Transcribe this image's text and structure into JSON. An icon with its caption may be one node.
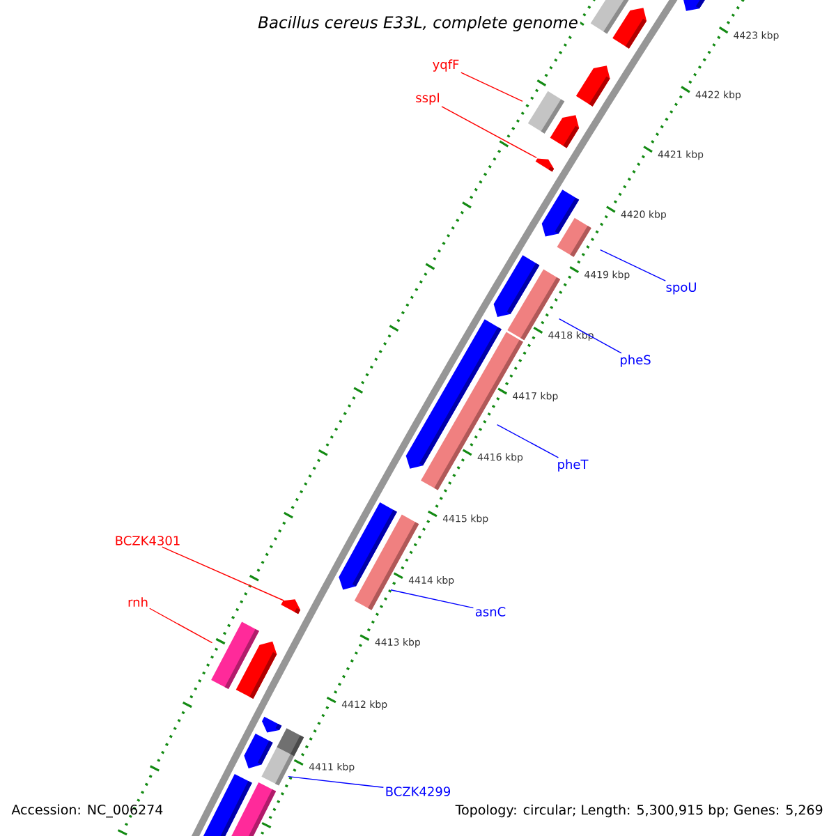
{
  "diagram": {
    "title": "Bacillus cereus E33L, complete genome",
    "nodes": [
      {
        "text": [
          "yqfF"
        ]
      },
      {
        "text": [
          "sspI"
        ]
      },
      {
        "text": [
          "spoU"
        ]
      },
      {
        "text": [
          "pheS"
        ]
      },
      {
        "text": [
          "pheT"
        ]
      },
      {
        "text": [
          "asnC"
        ]
      },
      {
        "text": [
          "BCZK4301"
        ]
      },
      {
        "text": [
          "rnh"
        ]
      },
      {
        "text": [
          "BCZK4299"
        ]
      },
      {
        "text": [],
        "shape": "bar"
      },
      {
        "text": [],
        "shape": "bar"
      },
      {
        "text": [],
        "shape": "bar"
      },
      {
        "text": [],
        "shape": "bar"
      },
      {
        "text": [],
        "shape": "bar"
      },
      {
        "text": [],
        "shape": "bar"
      },
      {
        "text": [],
        "shape": "bar"
      },
      {
        "text": [],
        "shape": "bar"
      },
      {
        "text": [],
        "shape": "bar"
      }
    ],
    "edges": [
      {
        "from": 0,
        "to": 9,
        "arrow": "none",
        "color": "#ff0000"
      },
      {
        "from": 1,
        "to": 10,
        "arrow": "none",
        "color": "#ff0000"
      },
      {
        "from": 2,
        "to": 11,
        "arrow": "none"
      },
      {
        "from": 3,
        "to": 12,
        "arrow": "none"
      },
      {
        "from": 4,
        "to": 13,
        "arrow": "none"
      },
      {
        "from": 5,
        "to": 14,
        "arrow": "none"
      },
      {
        "from": 6,
        "to": 15,
        "arrow": "none",
        "color": "#ff0000"
      },
      {
        "from": 7,
        "to": 16,
        "arrow": "none",
        "color": "#ff0000"
      },
      {
        "from": 8,
        "to": 17,
        "arrow": "none"
      }
    ],
    "labels": [
      "4423 kbp",
      "4422 kbp",
      "4421 kbp",
      "4420 kbp",
      "4419 kbp",
      "4418 kbp",
      "4417 kbp",
      "4416 kbp",
      "4415 kbp",
      "4414 kbp",
      "4413 kbp",
      "4412 kbp",
      "4411 kbp",
      "Accession: NC_006274",
      "Topology: circular; Length: 5,300,915 bp; Genes: 5,269"
    ]
  }
}
